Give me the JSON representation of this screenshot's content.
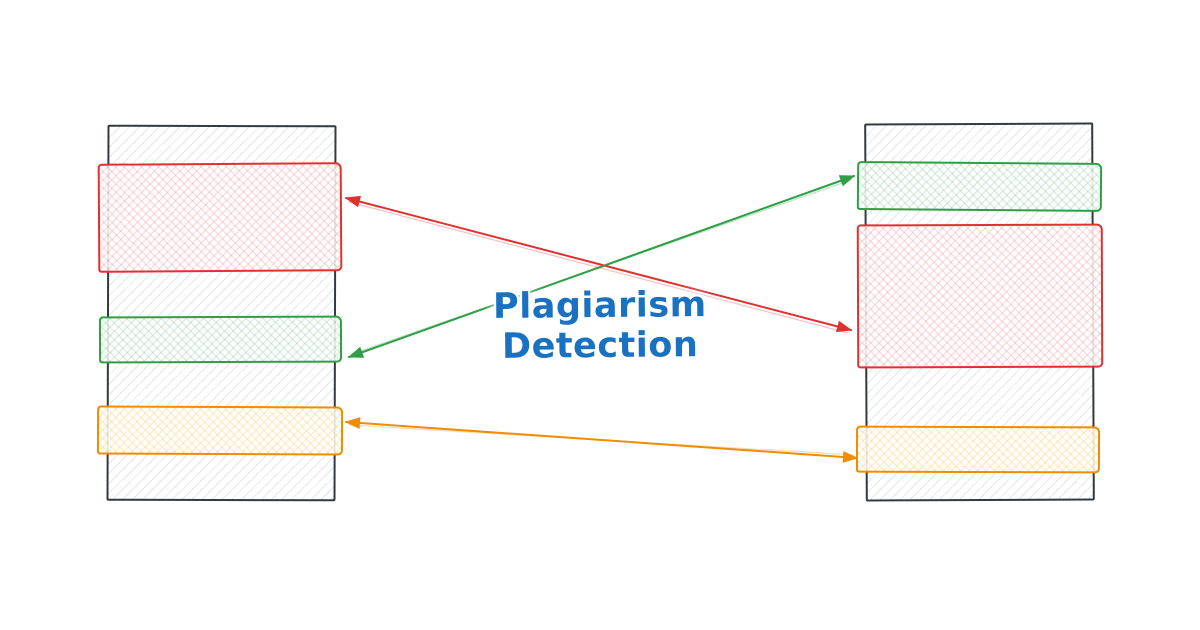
{
  "title": {
    "text": "Plagiarism Detection"
  },
  "colors": {
    "text_blue": "#1971c2",
    "match_red": "#e03131",
    "match_green": "#2f9e44",
    "match_orange": "#f08c00",
    "document_ink": "#343a40",
    "document_hatch": "#868e96"
  },
  "documents": {
    "left": {
      "highlights": [
        "red",
        "green",
        "orange"
      ]
    },
    "right": {
      "highlights": [
        "green",
        "red",
        "orange"
      ]
    }
  },
  "arrows": [
    {
      "name": "red-match-arrow",
      "color": "#e03131",
      "double_headed": true
    },
    {
      "name": "green-match-arrow",
      "color": "#2f9e44",
      "double_headed": true
    },
    {
      "name": "orange-match-arrow",
      "color": "#f08c00",
      "double_headed": true
    }
  ]
}
